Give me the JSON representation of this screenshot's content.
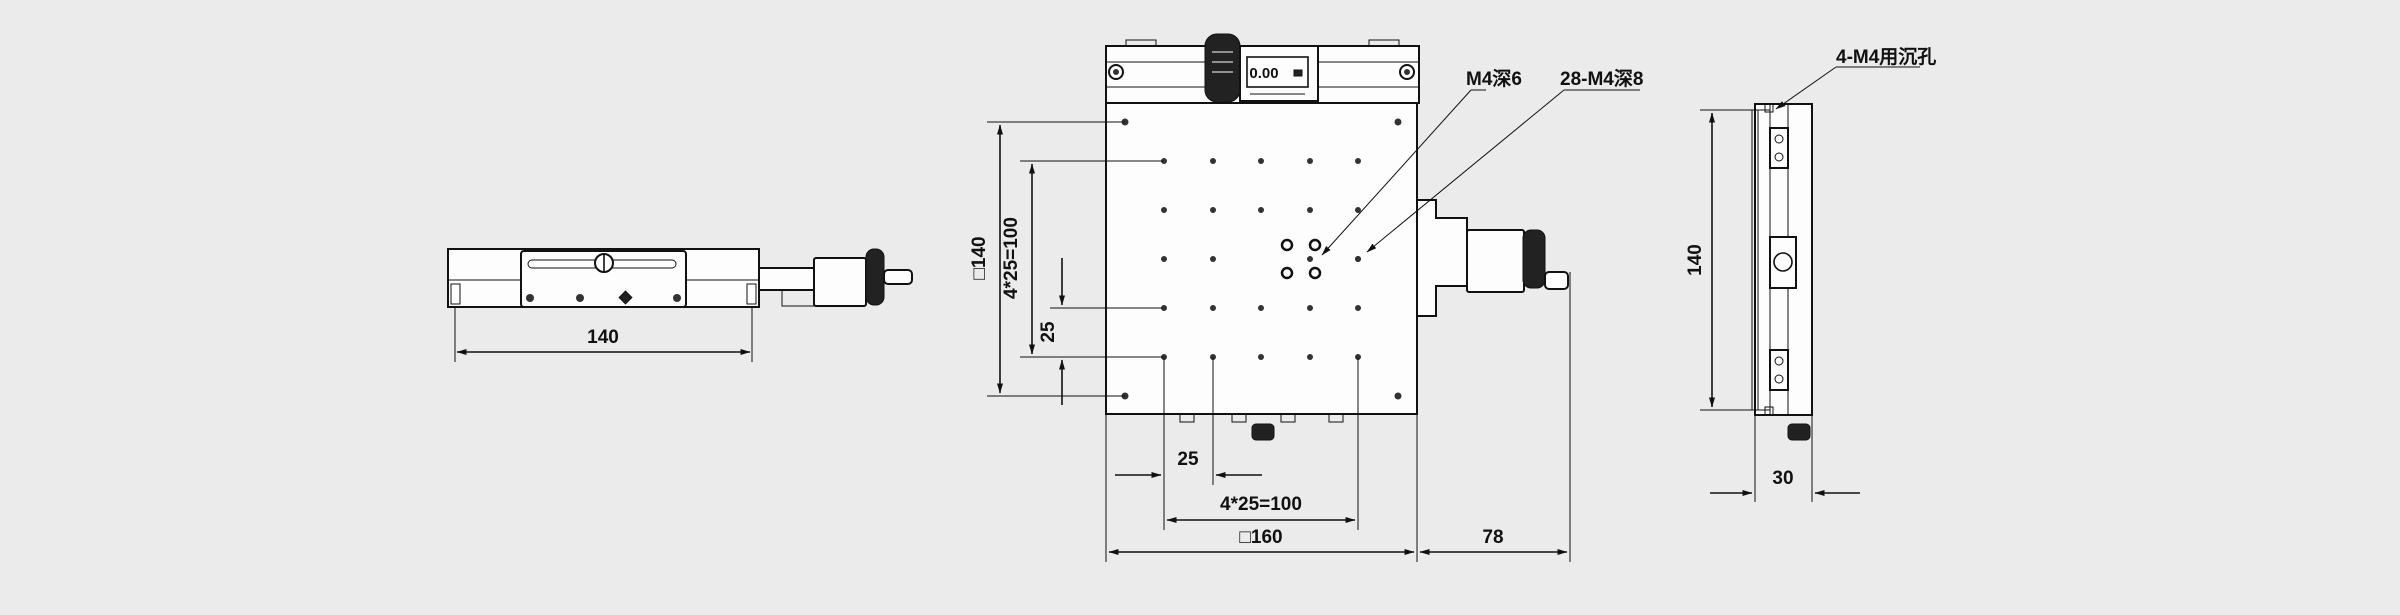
{
  "colors": {
    "background": "#ebebeb",
    "line": "#111111",
    "part": "#fdfdfd",
    "knob": "#222222"
  },
  "front_view": {
    "width_dim": "140"
  },
  "top_view": {
    "callout_hole_a": "M4深6",
    "callout_hole_b": "28-M4深8",
    "dim_height_outer": "□140",
    "dim_height_pitch": "4*25=100",
    "dim_height_offset": "25",
    "dim_width_offset": "25",
    "dim_width_pitch": "4*25=100",
    "dim_width_outer": "□160",
    "dim_knob_extension": "78",
    "display_readout": "0.00"
  },
  "side_view": {
    "callout_counterbore": "4-M4用沉孔",
    "dim_height": "140",
    "dim_depth": "30"
  }
}
